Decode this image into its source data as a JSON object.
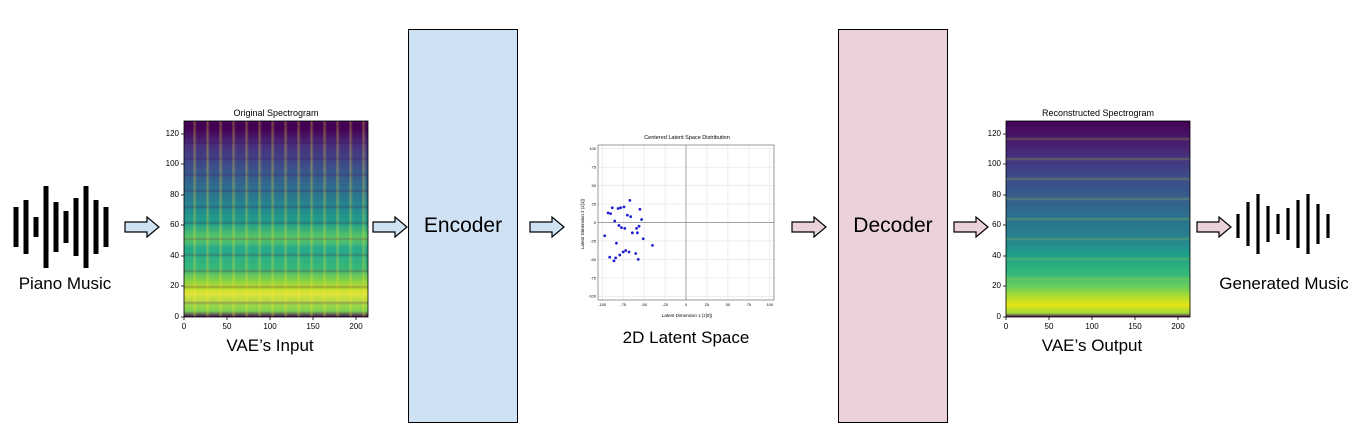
{
  "input_audio": {
    "label": "Piano Music",
    "icon": "waveform-icon"
  },
  "input_spectrogram": {
    "title": "Original Spectrogram",
    "caption": "VAE’s Input",
    "y_ticks": [
      "0",
      "20",
      "40",
      "60",
      "80",
      "100",
      "120"
    ],
    "x_ticks": [
      "0",
      "50",
      "100",
      "150",
      "200"
    ]
  },
  "encoder": {
    "label": "Encoder",
    "color": "#cfe2f3"
  },
  "latent": {
    "caption": "2D Latent Space",
    "chart_data": {
      "type": "scatter",
      "title": "Centered Latent Space Distribution",
      "xlabel": "Latent Dimension 1 (z[0])",
      "ylabel": "Latent Dimension 2 (z[1])",
      "xlim": [
        -105,
        105
      ],
      "ylim": [
        -105,
        105
      ],
      "x_ticks": [
        "-100",
        "-75",
        "-50",
        "-25",
        "0",
        "25",
        "50",
        "75",
        "100"
      ],
      "y_ticks": [
        "100",
        "75",
        "50",
        "25",
        "0",
        "-25",
        "-50",
        "-75",
        "-100"
      ],
      "grid": true,
      "x": [
        -97,
        -93,
        -91,
        -90,
        -88,
        -86,
        -85,
        -84,
        -83,
        -81,
        -80,
        -79,
        -78,
        -77,
        -75,
        -74,
        -73,
        -72,
        -70,
        -68,
        -67,
        -66,
        -64,
        -60,
        -59,
        -58,
        -57,
        -56,
        -55,
        -53,
        -51,
        -40
      ],
      "y": [
        -18,
        13,
        -47,
        12,
        20,
        -52,
        2,
        -48,
        -28,
        19,
        -4,
        -44,
        20,
        -7,
        -40,
        21,
        -8,
        -38,
        10,
        -40,
        30,
        8,
        -14,
        -42,
        -8,
        -14,
        -50,
        -5,
        18,
        4,
        -22,
        -31
      ]
    }
  },
  "decoder": {
    "label": "Decoder",
    "color": "#ead1dc"
  },
  "output_spectrogram": {
    "title": "Reconstructed Spectrogram",
    "caption": "VAE’s Output",
    "y_ticks": [
      "0",
      "20",
      "40",
      "60",
      "80",
      "100",
      "120"
    ],
    "x_ticks": [
      "0",
      "50",
      "100",
      "150",
      "200"
    ]
  },
  "output_audio": {
    "label": "Generated Music",
    "icon": "waveform-icon"
  },
  "colors": {
    "arrow_blue": "#cfe2f3",
    "arrow_pink": "#ead1dc",
    "point": "#1f1fd0"
  }
}
